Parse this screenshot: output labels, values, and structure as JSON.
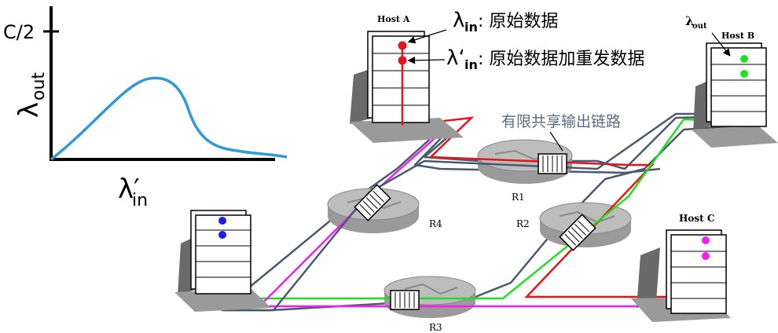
{
  "graph": {
    "y_tick": "C/2",
    "y_label_main": "λ",
    "y_label_sub": "out",
    "x_label_main": "λ′",
    "x_label_sub": "in",
    "curve_color": "#2f9ad6"
  },
  "legend": {
    "lambda_in_main": "λ",
    "lambda_in_sub": "in",
    "lambda_in_text": ": 原始数据",
    "lambda_in_prime_main": "λ‘",
    "lambda_in_prime_sub": "in",
    "lambda_in_prime_text": ": 原始数据加重发数据"
  },
  "link_label": "有限共享输出链路",
  "hosts": {
    "a": "Host A",
    "b": "Host B",
    "c": "Host C"
  },
  "lambda_out": {
    "main": "λ",
    "sub": "out"
  },
  "routers": {
    "r1": "R1",
    "r2": "R2",
    "r3": "R3",
    "r4": "R4"
  },
  "colors": {
    "red": "#e8141b",
    "green": "#1fe01f",
    "magenta": "#f21ef2",
    "slate": "#4a5a6e",
    "blue": "#1a1aff",
    "router": "#b3b3b3"
  }
}
